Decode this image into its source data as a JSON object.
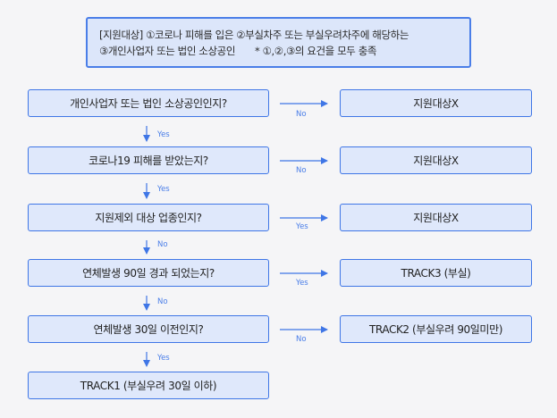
{
  "header": {
    "line1": "[지원대상] ①코로나 피해를 입은 ②부실차주 또는 부실우려차주에 해당하는",
    "line2": "③개인사업자 또는 법인 소상공인",
    "note": "* ①,②,③의 요건을 모두 충족"
  },
  "steps": [
    {
      "question": "개인사업자 또는 법인 소상공인인지?",
      "side_label": "No",
      "side_result": "지원대상X",
      "down_label": "Yes"
    },
    {
      "question": "코로나19 피해를 받았는지?",
      "side_label": "No",
      "side_result": "지원대상X",
      "down_label": "Yes"
    },
    {
      "question": "지원제외 대상 업종인지?",
      "side_label": "Yes",
      "side_result": "지원대상X",
      "down_label": "No"
    },
    {
      "question": "연체발생 90일 경과 되었는지?",
      "side_label": "Yes",
      "side_result": "TRACK3 (부실)",
      "down_label": "No"
    },
    {
      "question": "연체발생 30일 이전인지?",
      "side_label": "No",
      "side_result": "TRACK2 (부실우려 90일미만)",
      "down_label": "Yes"
    }
  ],
  "final": "TRACK1 (부실우려 30일 이하)",
  "colors": {
    "accent": "#3f76e6",
    "box_fill": "#dfe8fb",
    "header_fill": "#dce6fa"
  }
}
